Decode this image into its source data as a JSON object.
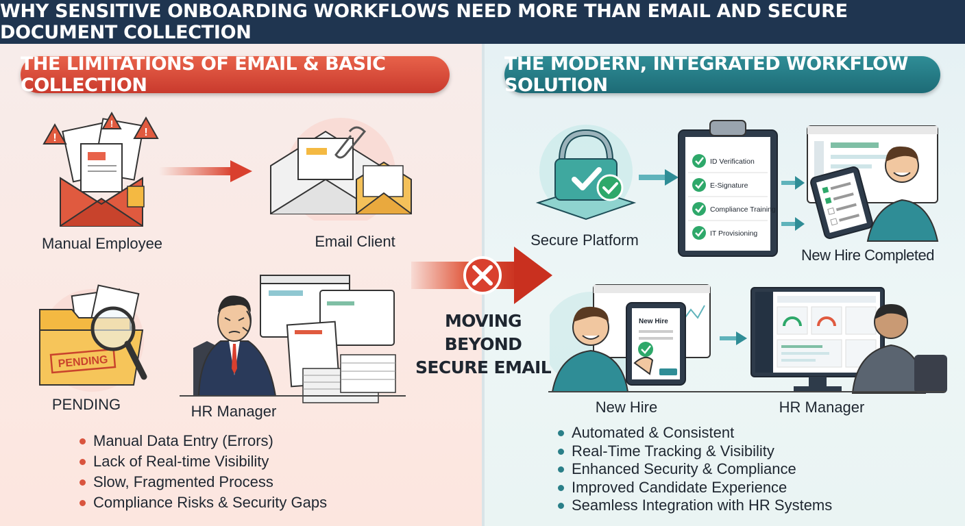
{
  "title": "Why Sensitive Onboarding Workflows Need More Than Email and Secure Document Collection",
  "left": {
    "heading": "The Limitations of Email & Basic Collection",
    "labels": {
      "manual_employee": "Manual Employee",
      "email_client": "Email Client",
      "pending": "PENDING",
      "hr_manager": "HR Manager"
    },
    "stamp": "PENDING",
    "bullets": [
      "Manual Data Entry (Errors)",
      "Lack of Real-time Visibility",
      "Slow, Fragmented Process",
      "Compliance Risks & Security Gaps"
    ]
  },
  "center": {
    "text": "Moving Beyond Secure Email"
  },
  "right": {
    "heading": "The Modern, Integrated Workflow Solution",
    "labels": {
      "secure_platform": "Secure Platform",
      "new_hire_completed": "New Hire Completed",
      "new_hire": "New Hire",
      "hr_manager": "HR Manager"
    },
    "checklist": [
      "ID Verification",
      "E-Signature",
      "Compliance Training",
      "IT Provisioning"
    ],
    "tablet_title": "New Hire",
    "bullets": [
      "Automated & Consistent",
      "Real-Time Tracking & Visibility",
      "Enhanced Security & Compliance",
      "Improved Candidate Experience",
      "Seamless Integration with HR Systems"
    ]
  },
  "colors": {
    "banner": "#1f3550",
    "red_accent": "#d9543e",
    "teal_accent": "#2a7f88"
  }
}
